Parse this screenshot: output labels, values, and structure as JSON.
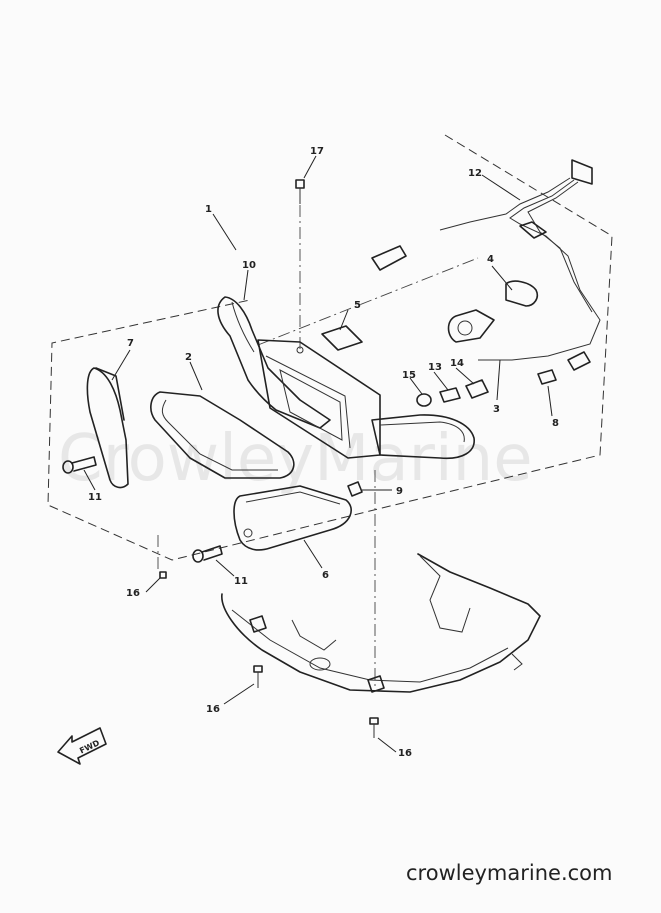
{
  "watermark": "CrowleyMarine",
  "footer": {
    "site": "crowleymarine.com"
  },
  "direction_arrow": {
    "label": "FWD",
    "icon": "forward-arrow-icon"
  },
  "callouts": [
    {
      "id": "c1",
      "label": "1"
    },
    {
      "id": "c2",
      "label": "2"
    },
    {
      "id": "c3",
      "label": "3"
    },
    {
      "id": "c4",
      "label": "4"
    },
    {
      "id": "c5",
      "label": "5"
    },
    {
      "id": "c6",
      "label": "6"
    },
    {
      "id": "c7",
      "label": "7"
    },
    {
      "id": "c8",
      "label": "8"
    },
    {
      "id": "c9",
      "label": "9"
    },
    {
      "id": "c10",
      "label": "10"
    },
    {
      "id": "c11a",
      "label": "11"
    },
    {
      "id": "c11b",
      "label": "11"
    },
    {
      "id": "c12",
      "label": "12"
    },
    {
      "id": "c13",
      "label": "13"
    },
    {
      "id": "c14",
      "label": "14"
    },
    {
      "id": "c15",
      "label": "15"
    },
    {
      "id": "c16a",
      "label": "16"
    },
    {
      "id": "c16b",
      "label": "16"
    },
    {
      "id": "c16c",
      "label": "16"
    },
    {
      "id": "c17",
      "label": "17"
    }
  ]
}
